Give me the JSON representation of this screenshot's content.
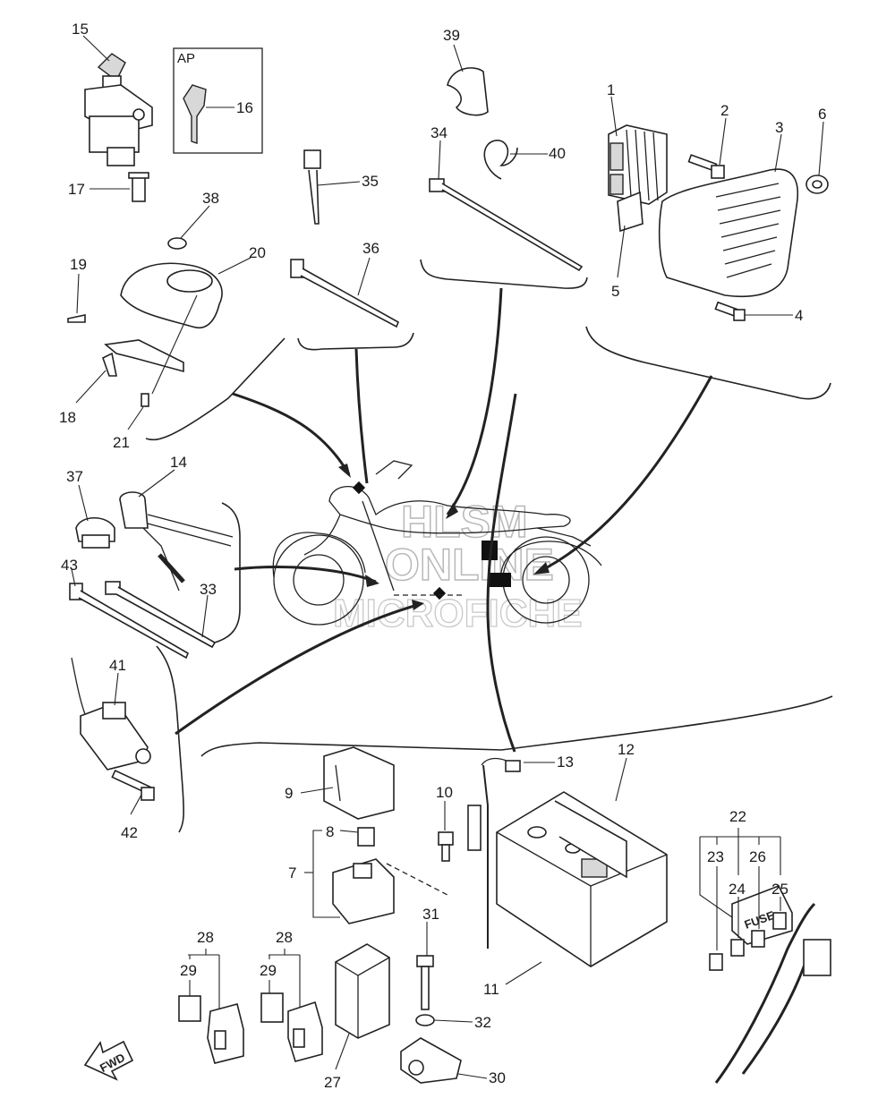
{
  "diagram": {
    "ap_box_label": "AP",
    "fwd_label": "FWD",
    "fuse_label": "FUSE",
    "watermark": {
      "line1": "HLSM",
      "line2": "ONLINE",
      "line3": "MICROFICHE"
    },
    "callouts": {
      "c1": "1",
      "c2": "2",
      "c3": "3",
      "c4": "4",
      "c5": "5",
      "c6": "6",
      "c7": "7",
      "c8": "8",
      "c9": "9",
      "c10": "10",
      "c11": "11",
      "c12": "12",
      "c13": "13",
      "c14": "14",
      "c15": "15",
      "c16": "16",
      "c17": "17",
      "c18": "18",
      "c19": "19",
      "c20": "20",
      "c21": "21",
      "c22": "22",
      "c23": "23",
      "c24": "24",
      "c25": "25",
      "c26": "26",
      "c27": "27",
      "c28a": "28",
      "c28b": "28",
      "c29a": "29",
      "c29b": "29",
      "c30": "30",
      "c31": "31",
      "c32": "32",
      "c33": "33",
      "c34": "34",
      "c35": "35",
      "c36": "36",
      "c37": "37",
      "c38": "38",
      "c39": "39",
      "c40": "40",
      "c41": "41",
      "c42": "42",
      "c43": "43"
    }
  }
}
